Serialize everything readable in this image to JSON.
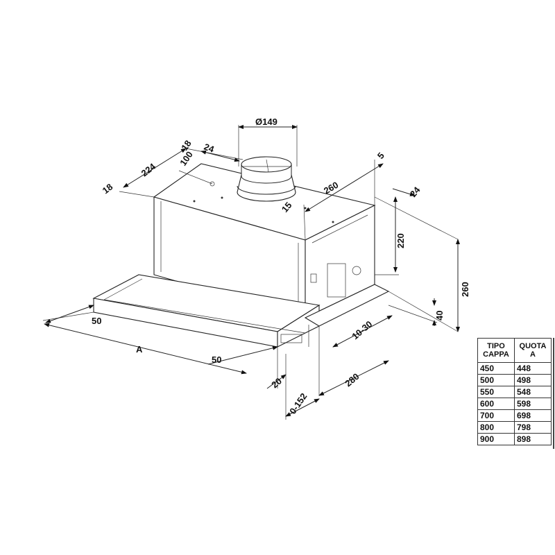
{
  "dimensions": {
    "side_18_a": "18",
    "side_224": "224",
    "side_18_b": "18",
    "side_24_top": "24",
    "side_100": "100",
    "duct_diameter": "Ø149",
    "right_5": "5",
    "depth_260": "260",
    "right_24": "24",
    "offset_15": "15",
    "height_220": "220",
    "height_260": "260",
    "height_40": "40",
    "range_10_30": "10-30",
    "left_50": "50",
    "width_A": "A",
    "front_50": "50",
    "front_20": "20",
    "depth_280": "280",
    "extension_0_152": "0-152"
  },
  "table": {
    "headers": [
      "TIPO CAPPA",
      "QUOTA A"
    ],
    "rows": [
      [
        "450",
        "448"
      ],
      [
        "500",
        "498"
      ],
      [
        "550",
        "548"
      ],
      [
        "600",
        "598"
      ],
      [
        "700",
        "698"
      ],
      [
        "800",
        "798"
      ],
      [
        "900",
        "898"
      ]
    ]
  }
}
